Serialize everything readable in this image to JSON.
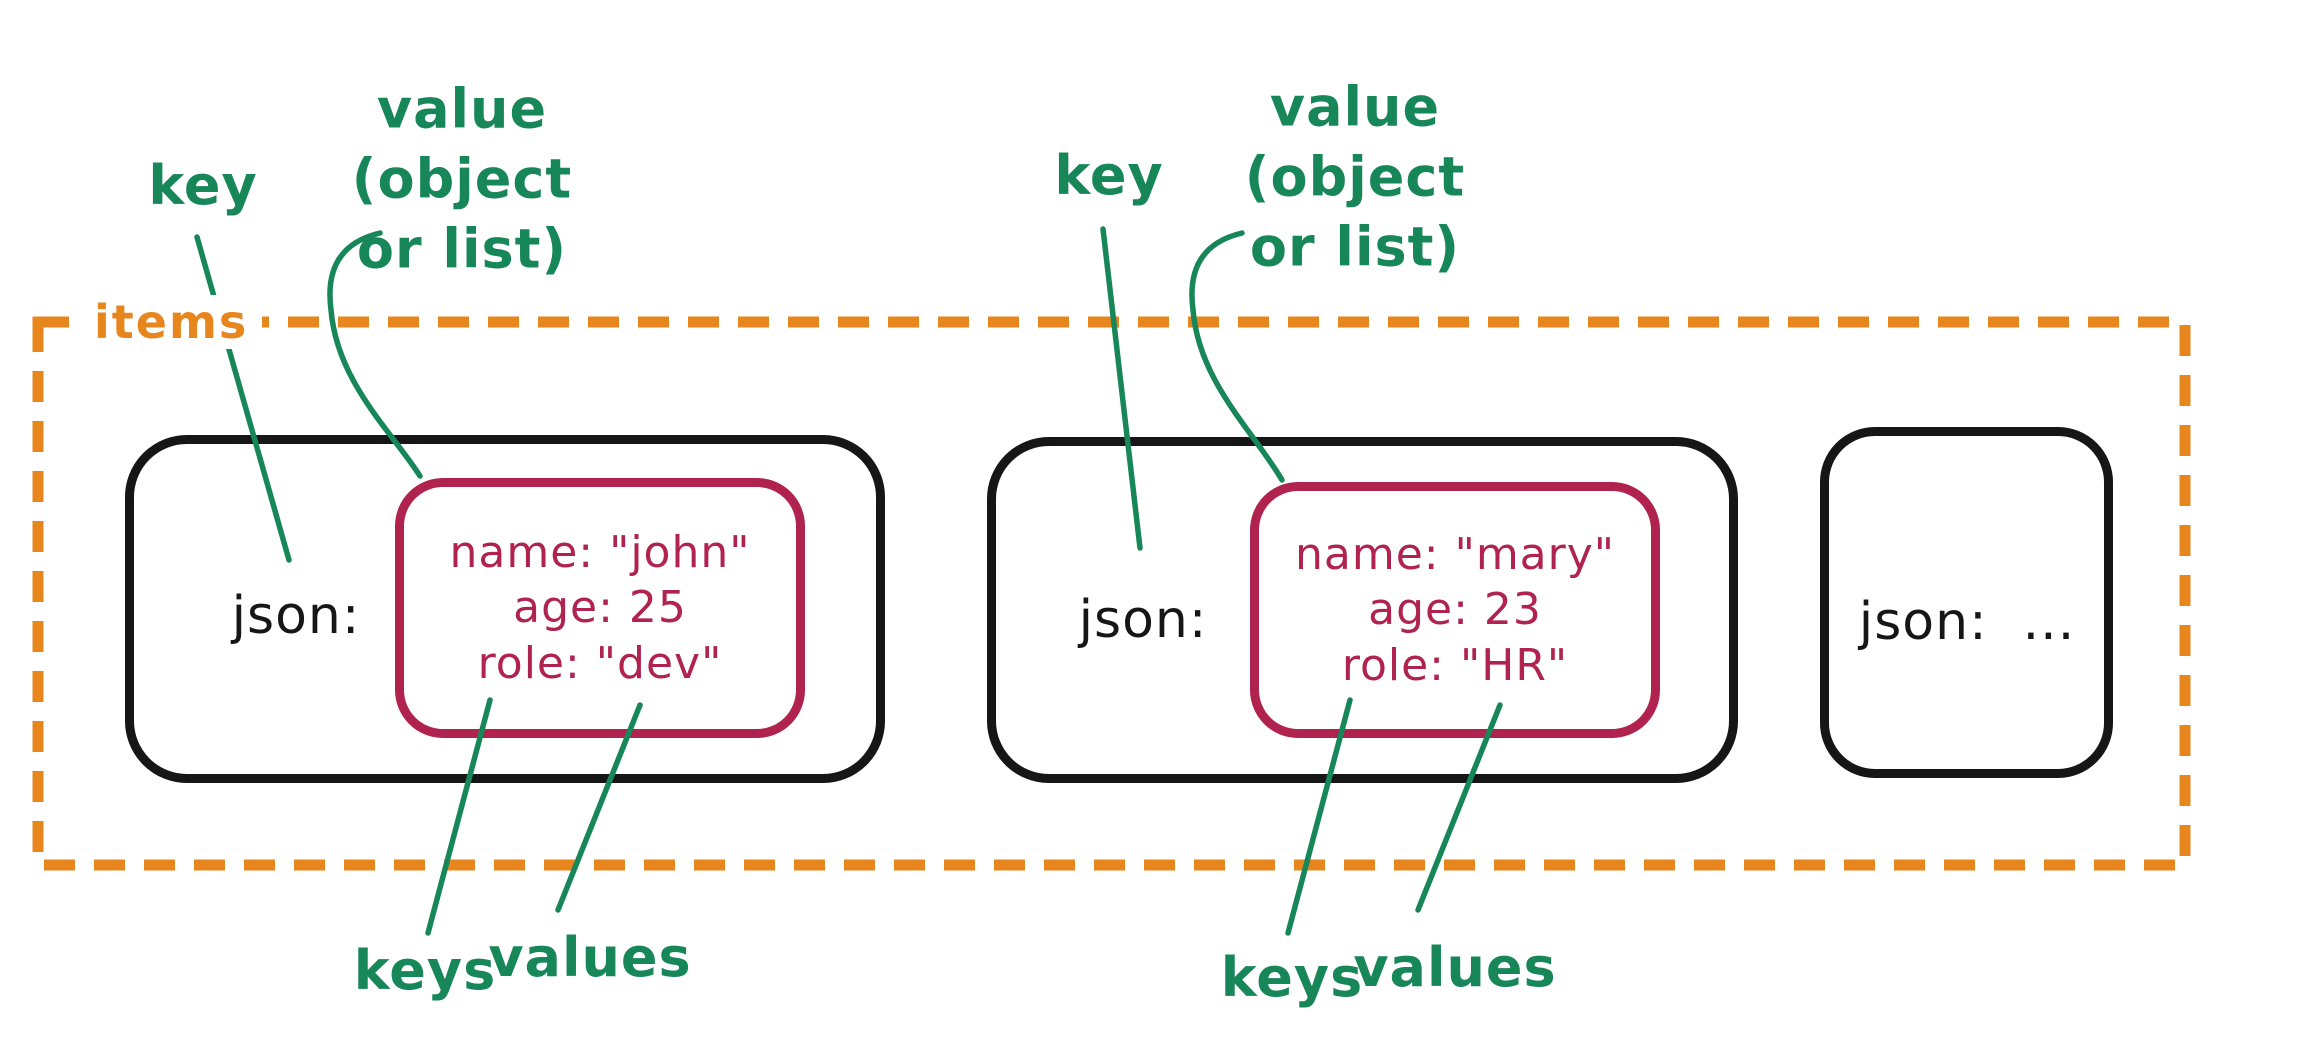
{
  "diagram_title": "JSON items structure diagram",
  "colors": {
    "annotation_green": "#17875A",
    "items_orange": "#E8861E",
    "value_crimson": "#B1234F",
    "box_black": "#161616",
    "background": "#ffffff"
  },
  "items_group": {
    "label": "items"
  },
  "annotations": {
    "set1": {
      "key": "key",
      "value": "value\n(object\nor list)",
      "keys": "keys",
      "values": "values"
    },
    "set2": {
      "key": "key",
      "value": "value\n(object\nor list)",
      "keys": "keys",
      "values": "values"
    }
  },
  "records": [
    {
      "key": "json:",
      "value_fields": [
        "name: \"john\"",
        "age: 25",
        "role: \"dev\""
      ]
    },
    {
      "key": "json:",
      "value_fields": [
        "name: \"mary\"",
        "age: 23",
        "role: \"HR\""
      ]
    },
    {
      "key": "json:  ..."
    }
  ]
}
